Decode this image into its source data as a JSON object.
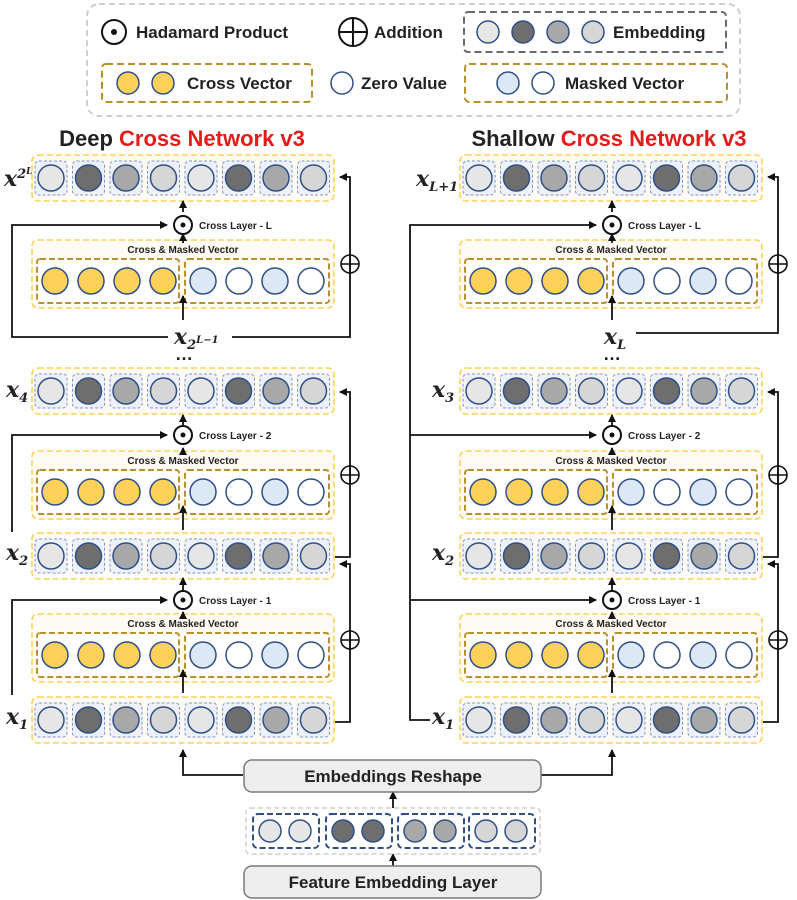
{
  "legend": {
    "hadamard": "Hadamard Product",
    "addition": "Addition",
    "embedding": "Embedding",
    "cross_vector": "Cross Vector",
    "zero_value": "Zero Value",
    "masked_vector": "Masked Vector"
  },
  "deep": {
    "title_black": "Deep",
    "title_red": "Cross Network v3",
    "labels": {
      "top_base": "x",
      "top_sup": "2",
      "top_sup2": "L",
      "mid_base": "x",
      "mid_sub": "2",
      "mid_sub2": "L−1",
      "x4_base": "x",
      "x4_sub": "4",
      "x2_base": "x",
      "x2_sub": "2",
      "x1_base": "x",
      "x1_sub": "1"
    },
    "cross_layers": [
      "Cross Layer - L",
      "Cross Layer - 2",
      "Cross Layer - 1"
    ]
  },
  "shallow": {
    "title_black": "Shallow",
    "title_red": "Cross Network v3",
    "labels": {
      "top_base": "x",
      "top_sub": "L+1",
      "mid_base": "x",
      "mid_sub": "L",
      "x3_base": "x",
      "x3_sub": "3",
      "x2_base": "x",
      "x2_sub": "2",
      "x1_base": "x",
      "x1_sub": "1"
    },
    "cross_layers": [
      "Cross Layer - L",
      "Cross Layer - 2",
      "Cross Layer - 1"
    ]
  },
  "cross_masked_label": "Cross & Masked Vector",
  "ellipsis": "…",
  "embeddings_reshape": "Embeddings Reshape",
  "feature_embedding_layer": "Feature Embedding Layer",
  "colors": {
    "light": "#e6e6e6",
    "dark": "#6e6e6e",
    "mid": "#a8a8a8",
    "pale": "#d6d6d6",
    "yellow": "#fdd15a",
    "blue": "#dde8f6",
    "white": "#ffffff",
    "stroke": "#2f4f86",
    "gold_border": "#b8902d",
    "accent_red": "#e31b1b"
  }
}
